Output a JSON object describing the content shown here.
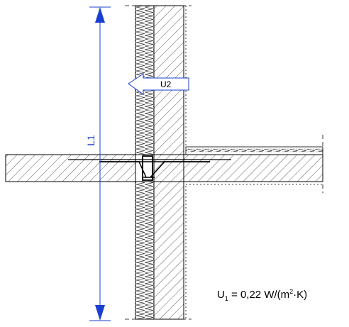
{
  "dimension": {
    "label": "L1",
    "color": "#1a3fd0"
  },
  "arrow_label": "U2",
  "formula": {
    "u_symbol": "U",
    "u_index": "1",
    "value_text": " = 0,22 W/(m",
    "exponent": "2",
    "unit_tail": "·K)"
  },
  "colors": {
    "line": "#000000",
    "hatch": "#333333",
    "dimension": "#1a3fd0"
  }
}
